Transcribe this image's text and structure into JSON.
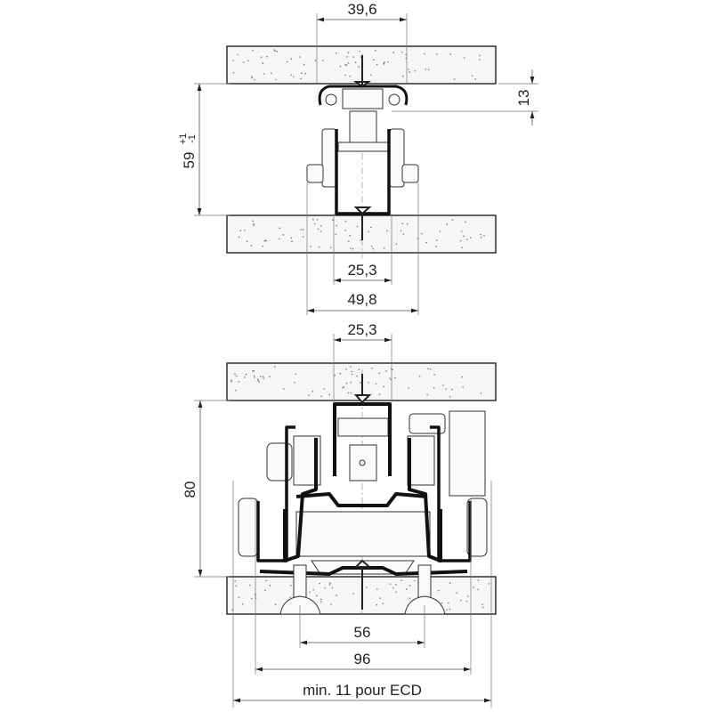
{
  "top_view": {
    "dim_top_width": "39,6",
    "dim_rail_height": "13",
    "dim_clearance": "59",
    "dim_tol_plus": "+1",
    "dim_tol_minus": "-1",
    "dim_channel_width": "25,3",
    "dim_overall_width": "49,8"
  },
  "bottom_view": {
    "dim_channel_width": "25,3",
    "dim_height": "80",
    "dim_pin_spacing": "56",
    "dim_overall_width": "96",
    "dim_min_note": "min. 11 pour ECD"
  }
}
